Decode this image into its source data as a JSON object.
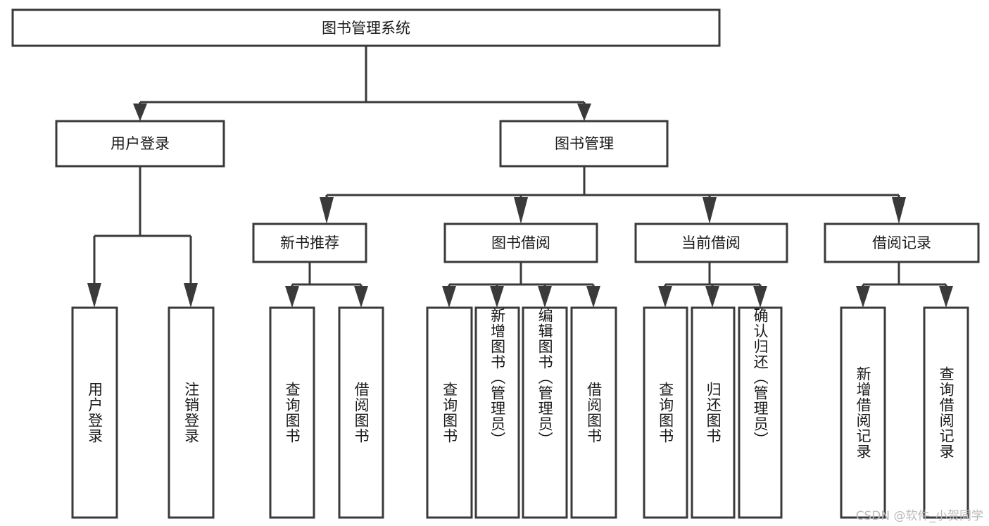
{
  "diagram": {
    "title": "图书管理系统",
    "type": "tree-hierarchy-diagram",
    "colors": {
      "stroke": "#3a3a3a",
      "fill": "#ffffff",
      "text": "#1a1a1a",
      "watermark": "#b9b9b9"
    },
    "root": {
      "label": "图书管理系统"
    },
    "level2": [
      {
        "label": "用户登录"
      },
      {
        "label": "图书管理"
      }
    ],
    "level3": [
      {
        "label": "新书推荐"
      },
      {
        "label": "图书借阅"
      },
      {
        "label": "当前借阅"
      },
      {
        "label": "借阅记录"
      }
    ],
    "leaves": {
      "user_login": [
        {
          "label": "用户登录"
        },
        {
          "label": "注销登录"
        }
      ],
      "new_book_recommend": [
        {
          "label": "查询图书"
        },
        {
          "label": "借阅图书"
        }
      ],
      "book_borrow": [
        {
          "label": "查询图书"
        },
        {
          "label": "新增图书（管理员）"
        },
        {
          "label": "编辑图书（管理员）"
        },
        {
          "label": "借阅图书"
        }
      ],
      "current_borrow": [
        {
          "label": "查询图书"
        },
        {
          "label": "归还图书"
        },
        {
          "label": "确认归还（管理员）"
        }
      ],
      "borrow_record": [
        {
          "label": "新增借阅记录"
        },
        {
          "label": "查询借阅记录"
        }
      ]
    }
  },
  "watermark": {
    "text": "CSDN @软件_小贺同学"
  }
}
